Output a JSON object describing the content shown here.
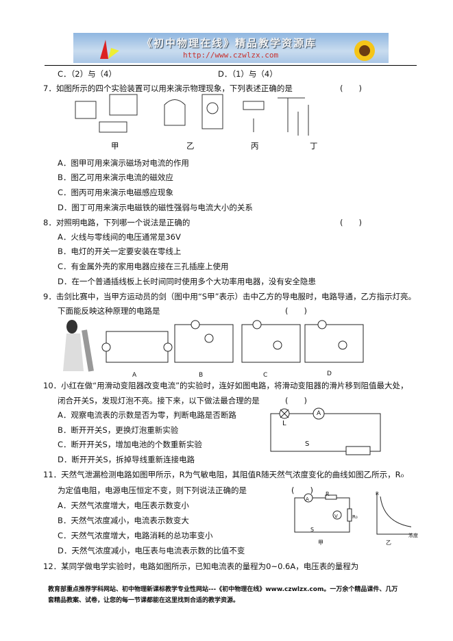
{
  "banner": {
    "title": "《初中物理在线》精品教学资源库",
    "url": "http://www.czwlzx.com"
  },
  "q6": {
    "c": "C．（2）与（4）",
    "d": "D．（1）与（4）"
  },
  "q7": {
    "stem": "7．如图所示的四个实验装置可以用来演示物理现象，下列表述正确的是",
    "paren": "(　　)",
    "labels": [
      "甲",
      "乙",
      "丙",
      "丁"
    ],
    "options": [
      "A．图甲可用来演示磁场对电流的作用",
      "B．图乙可用来演示电流的磁效应",
      "C．图丙可用来演示电磁感应现象",
      "D．图丁可用来演示电磁铁的磁性强弱与电流大小的关系"
    ]
  },
  "q8": {
    "stem": "8．对照明电路，下列哪一个说法是正确的",
    "paren": "(　　)",
    "options": [
      "A．火线与零线间的电压通常是36V",
      "B．电灯的开关一定要安装在零线上",
      "C．有金属外壳的家用电器应接在三孔插座上使用",
      "D．在一个普通插线板上长时间同时使用多个大功率用电器，没有安全隐患"
    ]
  },
  "q9": {
    "stem": "9．击剑比赛中，当甲方运动员的剑（图中用“S甲”表示）击中乙方的导电服时，电路导通，乙方指示灯亮。",
    "stem2": "下面能反映这种原理的电路是",
    "paren": "(　　)",
    "labels": [
      "A",
      "B",
      "C",
      "D"
    ]
  },
  "q10": {
    "stem": "10．小红在做“用滑动变阻器改变电流”的实验时，连好如图电路，将滑动变阻器的滑片移到阻值最大处，",
    "stem2": "闭合开关S，发现灯泡不亮。接下来，以下做法最合理的是",
    "paren": "(　　)",
    "options": [
      "A．观察电流表的示数是否为零，判断电路是否断路",
      "B．断开开关S，更换灯泡重新实验",
      "C．断开开关S，增加电池的个数重新实验",
      "D．断开开关S，拆掉导线重新连接电路"
    ],
    "fig": {
      "L": "L",
      "S": "S",
      "A": "A"
    }
  },
  "q11": {
    "stem": "11．天然气泄漏检测电路如图甲所示，R为气敏电阻，其阻值R随天然气浓度变化的曲线如图乙所示，R₀",
    "stem2": "为定值电阻，电源电压恒定不变，则下列说法正确的是",
    "paren": "(　　)",
    "options": [
      "A．天然气浓度增大，电压表示数变小",
      "B．天然气浓度减小，电流表示数变大",
      "C．天然气浓度增大，电路消耗的总功率变小",
      "D．天然气浓度减小，电压表与电流表示数的比值不变"
    ],
    "fig": {
      "jia": "甲",
      "yi": "乙",
      "R": "R",
      "R0": "R₀",
      "S": "S",
      "A": "A",
      "V": "V",
      "axis_y": "R",
      "axis_x": "浓度"
    }
  },
  "q12": {
    "stem": "12．某同学做电学实验时，电路如图所示，已知电流表的量程为0~0.6A，电压表的量程为"
  },
  "footer": {
    "line1": "教育部重点推荐学科网站、初中物理新课标教学专业性网站---《初中物理在线》www.czwlzx.com。一万余个精品课件、几万",
    "line2": "套精品教案、试卷，让您的每一节课都能在这里找到合适的教学资源。"
  }
}
